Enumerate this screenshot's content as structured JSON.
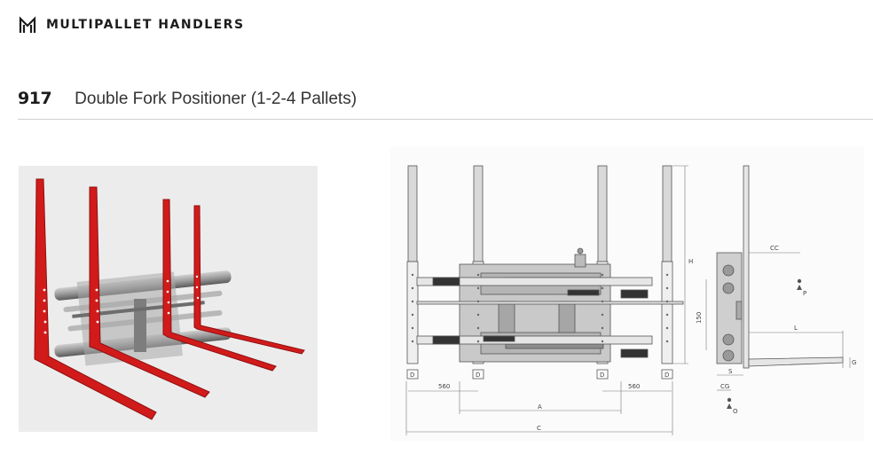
{
  "brand": {
    "name": "MULTIPALLET HANDLERS",
    "logo_icon": "mh-logo-icon"
  },
  "product": {
    "code": "917",
    "title": "Double Fork Positioner (1-2-4 Pallets)"
  },
  "colors": {
    "fork_red": "#d11b1b",
    "frame_gray": "#8a8a8a",
    "line": "#666666"
  },
  "drawing_labels": {
    "d1": "D",
    "d2": "D",
    "d3": "D",
    "d4": "D",
    "dim_560_left": "560",
    "dim_560_right": "560",
    "dim_a": "A",
    "dim_c": "C",
    "dim_h": "H",
    "dim_150": "150",
    "dim_cc": "CC",
    "dim_l": "L",
    "dim_s": "S",
    "dim_cg": "CG",
    "dim_g": "G",
    "port_p": "P",
    "port_o": "O"
  }
}
